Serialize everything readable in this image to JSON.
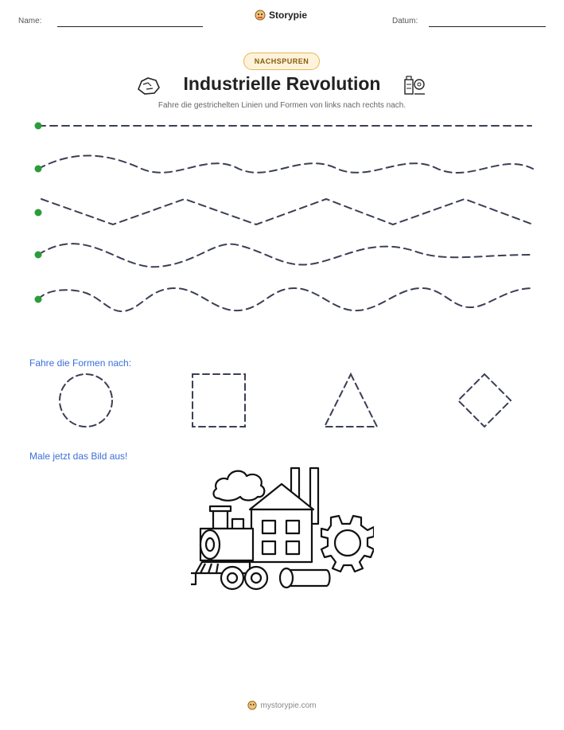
{
  "header": {
    "name_label": "Name:",
    "brand": "Storypie",
    "date_label": "Datum:"
  },
  "badge": "NACHSPUREN",
  "title": "Industrielle Revolution",
  "subtitle": "Fahre die gestrichelten Linien und Formen von links nach rechts nach.",
  "shapes_section": {
    "label": "Fahre die Formen nach:",
    "shapes": [
      "circle-icon",
      "square-icon",
      "triangle-icon",
      "diamond-icon"
    ]
  },
  "coloring_section": {
    "label": "Male jetzt das Bild aus!",
    "picture": "factory-train-gear-picture"
  },
  "footer": "mystorypie.com",
  "colors": {
    "start_dot": "#2a9d3a",
    "dash_stroke": "#3b3f55",
    "section_label": "#3a6fd8",
    "badge_border": "#e6b84e",
    "badge_bg": "#fdf3dc"
  }
}
